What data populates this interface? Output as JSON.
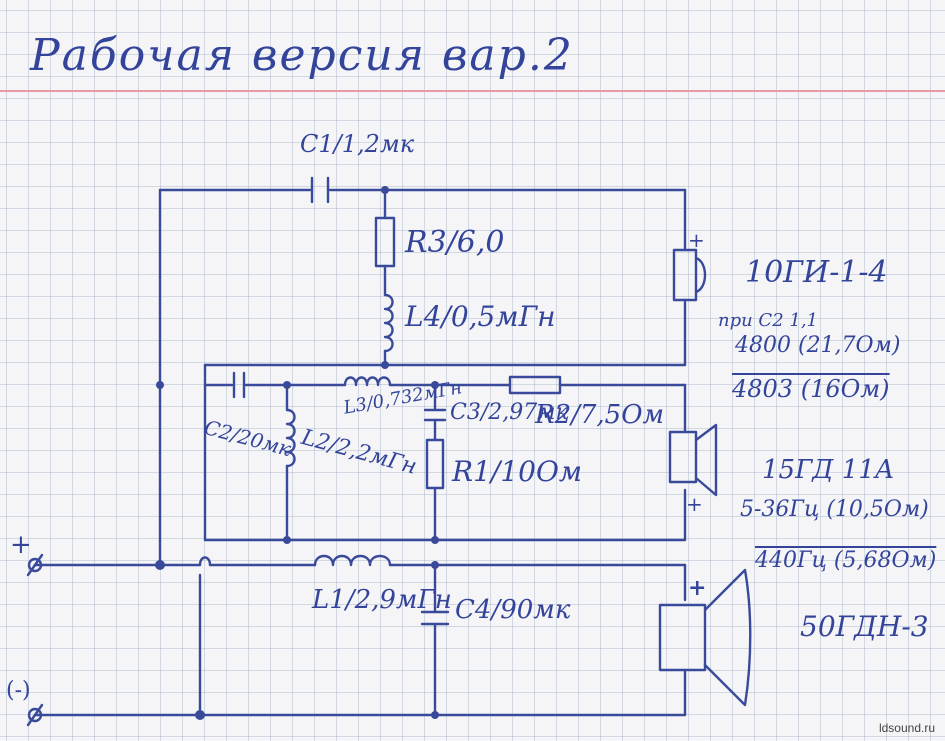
{
  "title": "Рабочая версия вар.2",
  "components": {
    "c1": "C1/1,2мк",
    "r3": "R3/6,0",
    "l4": "L4/0,5мГн",
    "c2": "C2/20мк",
    "l2": "L2/2,2мГн",
    "l3": "L3/0,732мГн",
    "c3": "C3/2,97мк",
    "r2": "R2/7,5Ом",
    "r1": "R1/10Ом",
    "l1": "L1/2,9мГн",
    "c4": "C4/90мк"
  },
  "speakers": {
    "tweeter": {
      "name": "10ГИ-1-4",
      "note": "при C2 1,1",
      "line1": "4800 (21,7Ом)",
      "line2": "4803 (16Ом)"
    },
    "mid": {
      "name": "15ГД 11А",
      "line1": "5-36Гц (10,5Ом)",
      "line2": "440Гц (5,68Ом)"
    },
    "woofer": {
      "name": "50ГДН-3"
    }
  },
  "terminals": {
    "plus": "+",
    "minus": "(-)"
  },
  "polarity_mark": "+",
  "watermark": "ldsound.ru"
}
